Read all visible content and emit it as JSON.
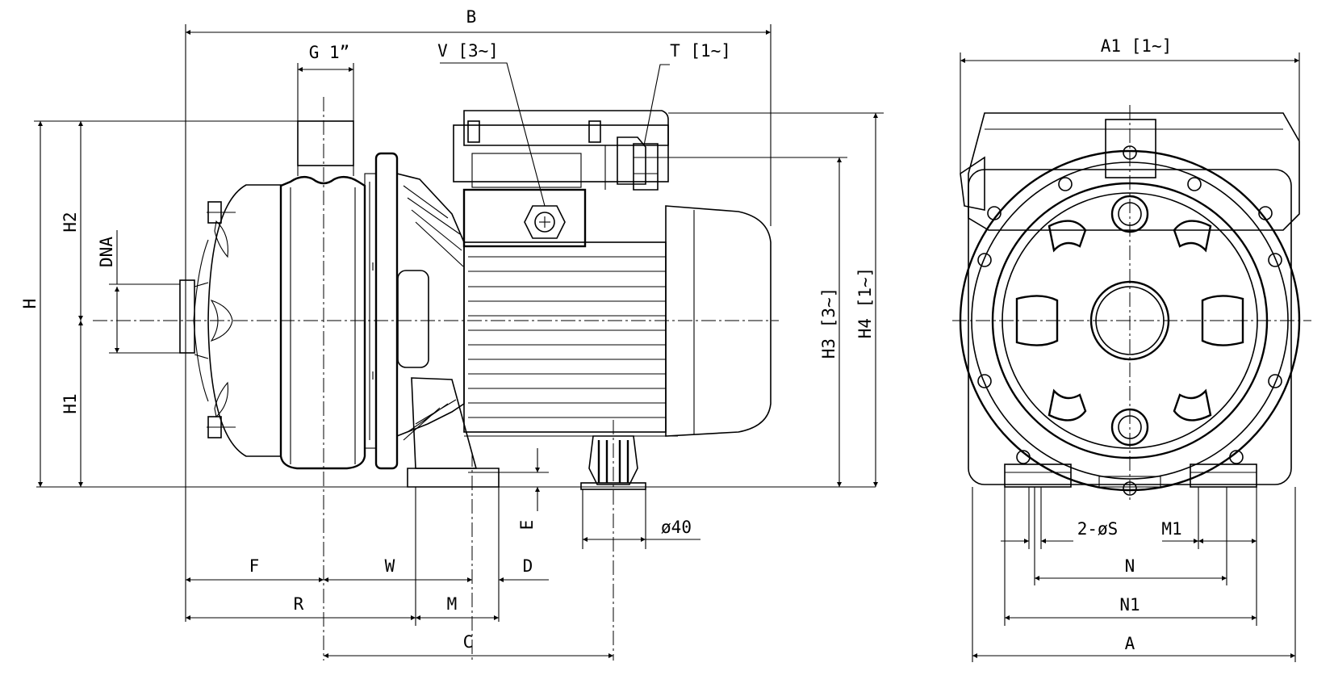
{
  "labels": {
    "B": "B",
    "G": "G 1”",
    "V": "V [3~]",
    "T": "T [1~]",
    "A1": "A1 [1~]",
    "H": "H",
    "H2": "H2",
    "H1": "H1",
    "DNA": "DNA",
    "H3": "H3 [3~]",
    "H4": "H4 [1~]",
    "E": "E",
    "D40": "ø40",
    "F": "F",
    "W": "W",
    "D": "D",
    "R": "R",
    "M": "M",
    "C": "C",
    "S": "2-øS",
    "M1": "M1",
    "N": "N",
    "N1": "N1",
    "A": "A"
  }
}
